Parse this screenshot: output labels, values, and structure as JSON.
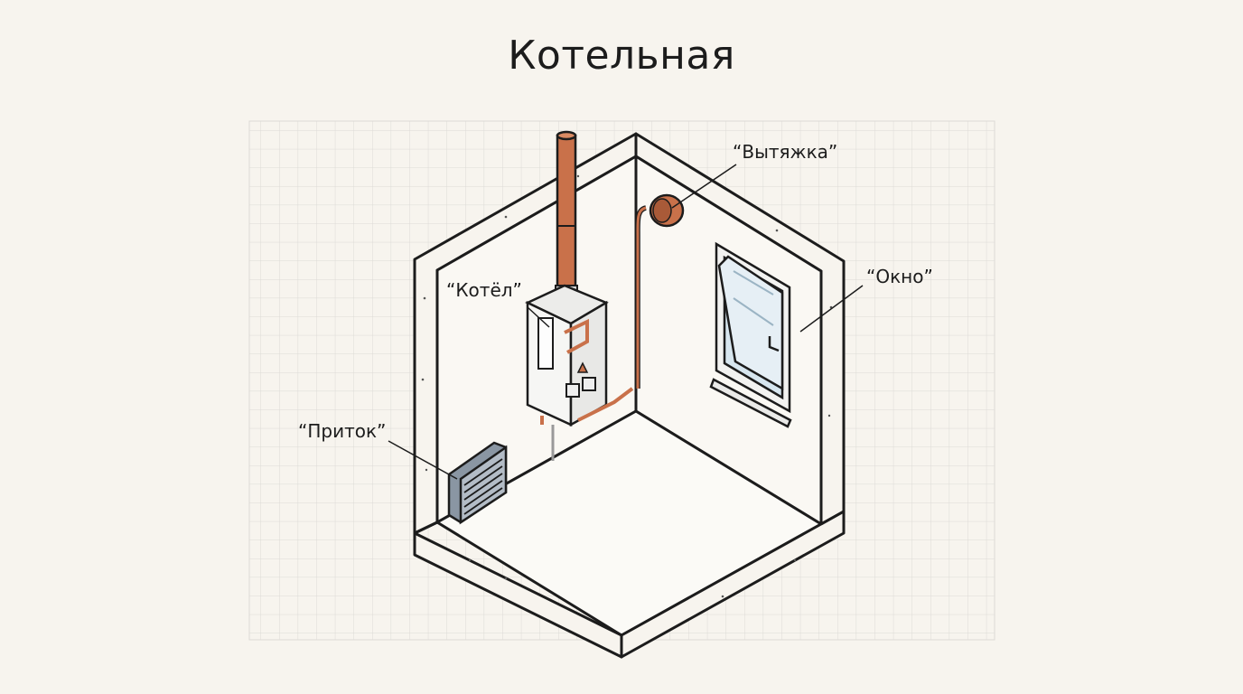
{
  "title": "Котельная",
  "labels": {
    "exhaust": "“Вытяжка”",
    "window": "“Окно”",
    "boiler": "“Котёл”",
    "intake": "“Приток”"
  },
  "colors": {
    "background": "#f7f4ee",
    "grid": "#dcdad6",
    "outline": "#1c1c1c",
    "pipe": "#c9714a",
    "vent_grille": "#8a96a3",
    "glass": "#d7e6ef"
  }
}
